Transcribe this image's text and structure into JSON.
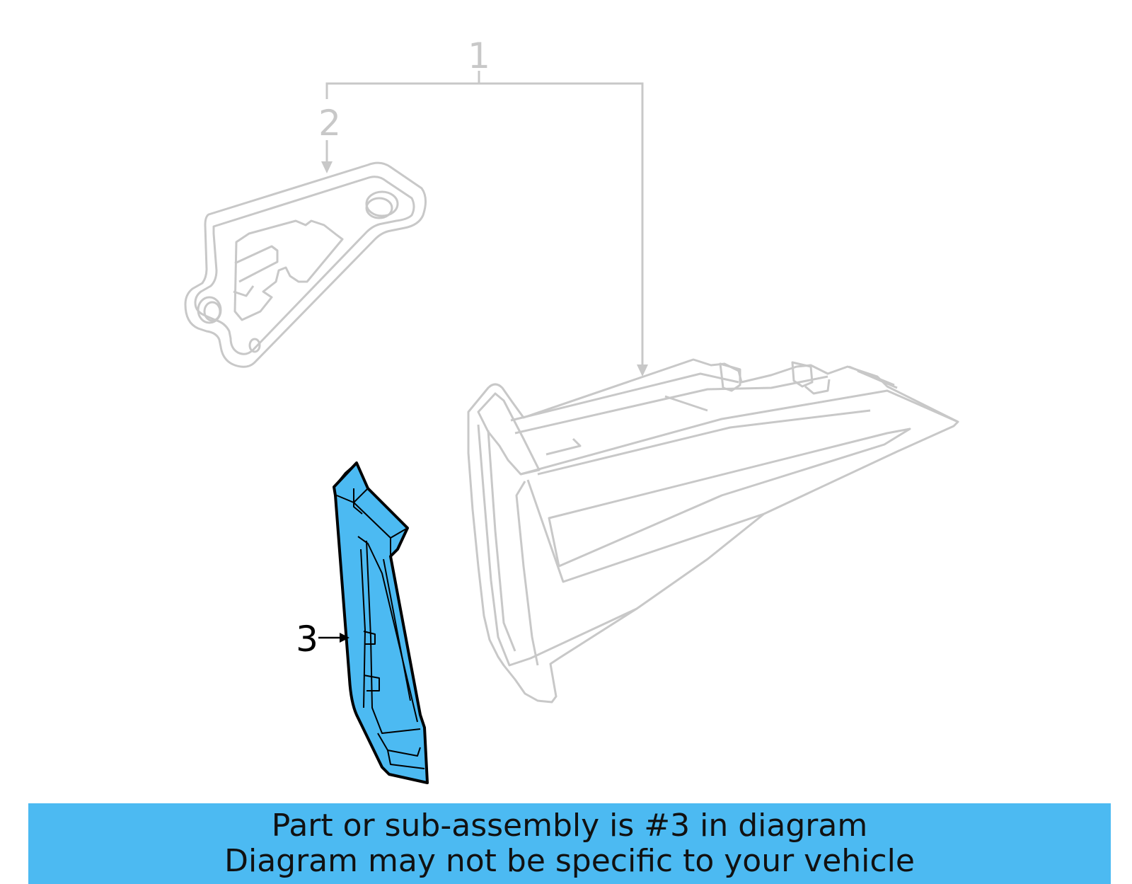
{
  "callouts": {
    "label_1": "1",
    "label_2": "2",
    "label_3": "3"
  },
  "banner": {
    "line1": "Part or sub-assembly is #3 in diagram",
    "line2": "Diagram may not be specific to your vehicle"
  },
  "colors": {
    "highlight": "#4cbaf2",
    "context_lines": "#c8c8c8",
    "outline": "#000000"
  }
}
